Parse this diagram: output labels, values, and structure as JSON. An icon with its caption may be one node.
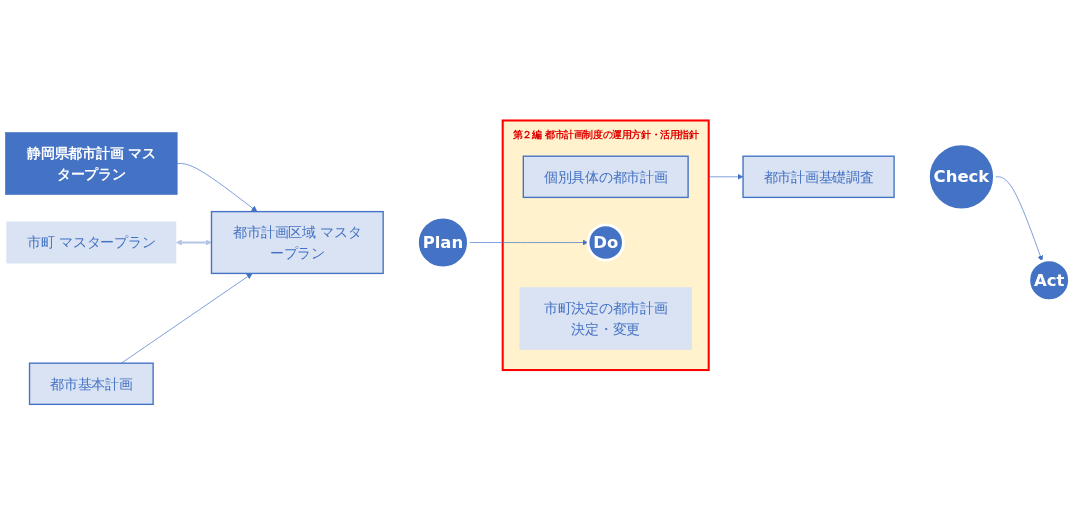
{
  "diagram": {
    "nodes": [
      {
        "text": [
          "静岡県都市計画 マスタープラン"
        ]
      },
      {
        "text": [
          "市町 マスタープラン"
        ]
      },
      {
        "text": [
          "都市計画区域 マスタープラン"
        ]
      },
      {
        "text": [
          "Plan"
        ]
      },
      {
        "text": [
          "第２編 都市計画制度の運用方針・活用指針"
        ]
      },
      {
        "text": [
          "個別具体の都市計画"
        ],
        "in": 4
      },
      {
        "text": [
          "Do"
        ],
        "in": 4
      },
      {
        "text": [
          "市町決定の都市計画決定・変更"
        ],
        "in": 4
      },
      {
        "text": [
          "Act"
        ]
      },
      {
        "text": [
          "都市基本計画"
        ]
      },
      {
        "text": [
          "Check"
        ]
      },
      {
        "text": [
          "都市計画基礎調査"
        ]
      }
    ],
    "edges": [
      {
        "from": 0,
        "to": 2,
        "arrow": "to"
      },
      {
        "from": 1,
        "to": 2,
        "arrow": "both",
        "color": "#b4c7e7"
      },
      {
        "from": 3,
        "to": 6,
        "arrow": "to"
      },
      {
        "from": 4,
        "to": 11,
        "arrow": "to"
      },
      {
        "from": 10,
        "to": 8,
        "arrow": "to"
      },
      {
        "from": 9,
        "to": 2,
        "arrow": "to"
      }
    ]
  }
}
